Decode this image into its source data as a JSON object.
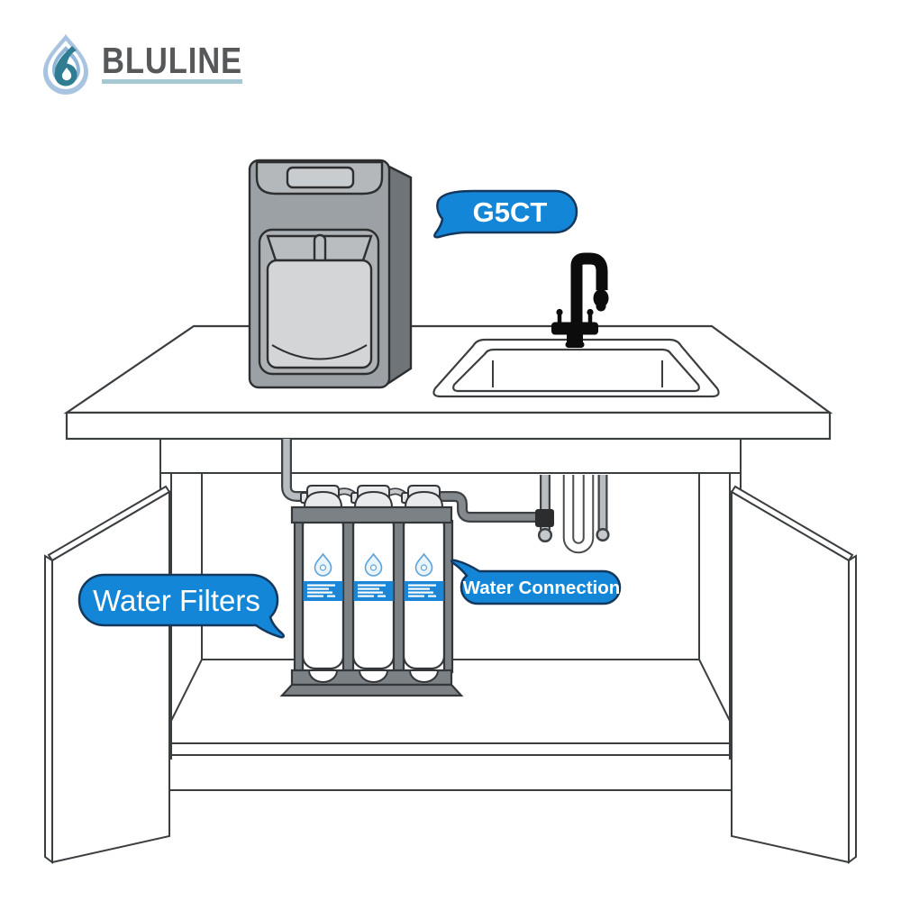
{
  "brand": {
    "name": "BLULINE"
  },
  "callouts": {
    "dispenser_model": "G5CT",
    "filters": "Water Filters",
    "connection": "Water Connection"
  },
  "colors": {
    "accent_blue": "#1386d7",
    "bubble_stroke": "#16375c",
    "bubble_text": "#ffffff",
    "brand_text": "#57585a",
    "brand_underline": "#a5c8d2",
    "filter_band": "#1b86d6",
    "outline": "#3b3e41",
    "dispenser_body": "#9ca1a5",
    "dispenser_side": "#6f7478",
    "rack_gray": "#7c8185"
  },
  "components": [
    {
      "name": "water-drop-icon"
    },
    {
      "name": "countertop-water-dispenser"
    },
    {
      "name": "kitchen-sink"
    },
    {
      "name": "faucet-icon"
    },
    {
      "name": "three-stage-water-filter"
    },
    {
      "name": "under-sink-plumbing"
    },
    {
      "name": "cabinet-with-open-doors"
    }
  ]
}
